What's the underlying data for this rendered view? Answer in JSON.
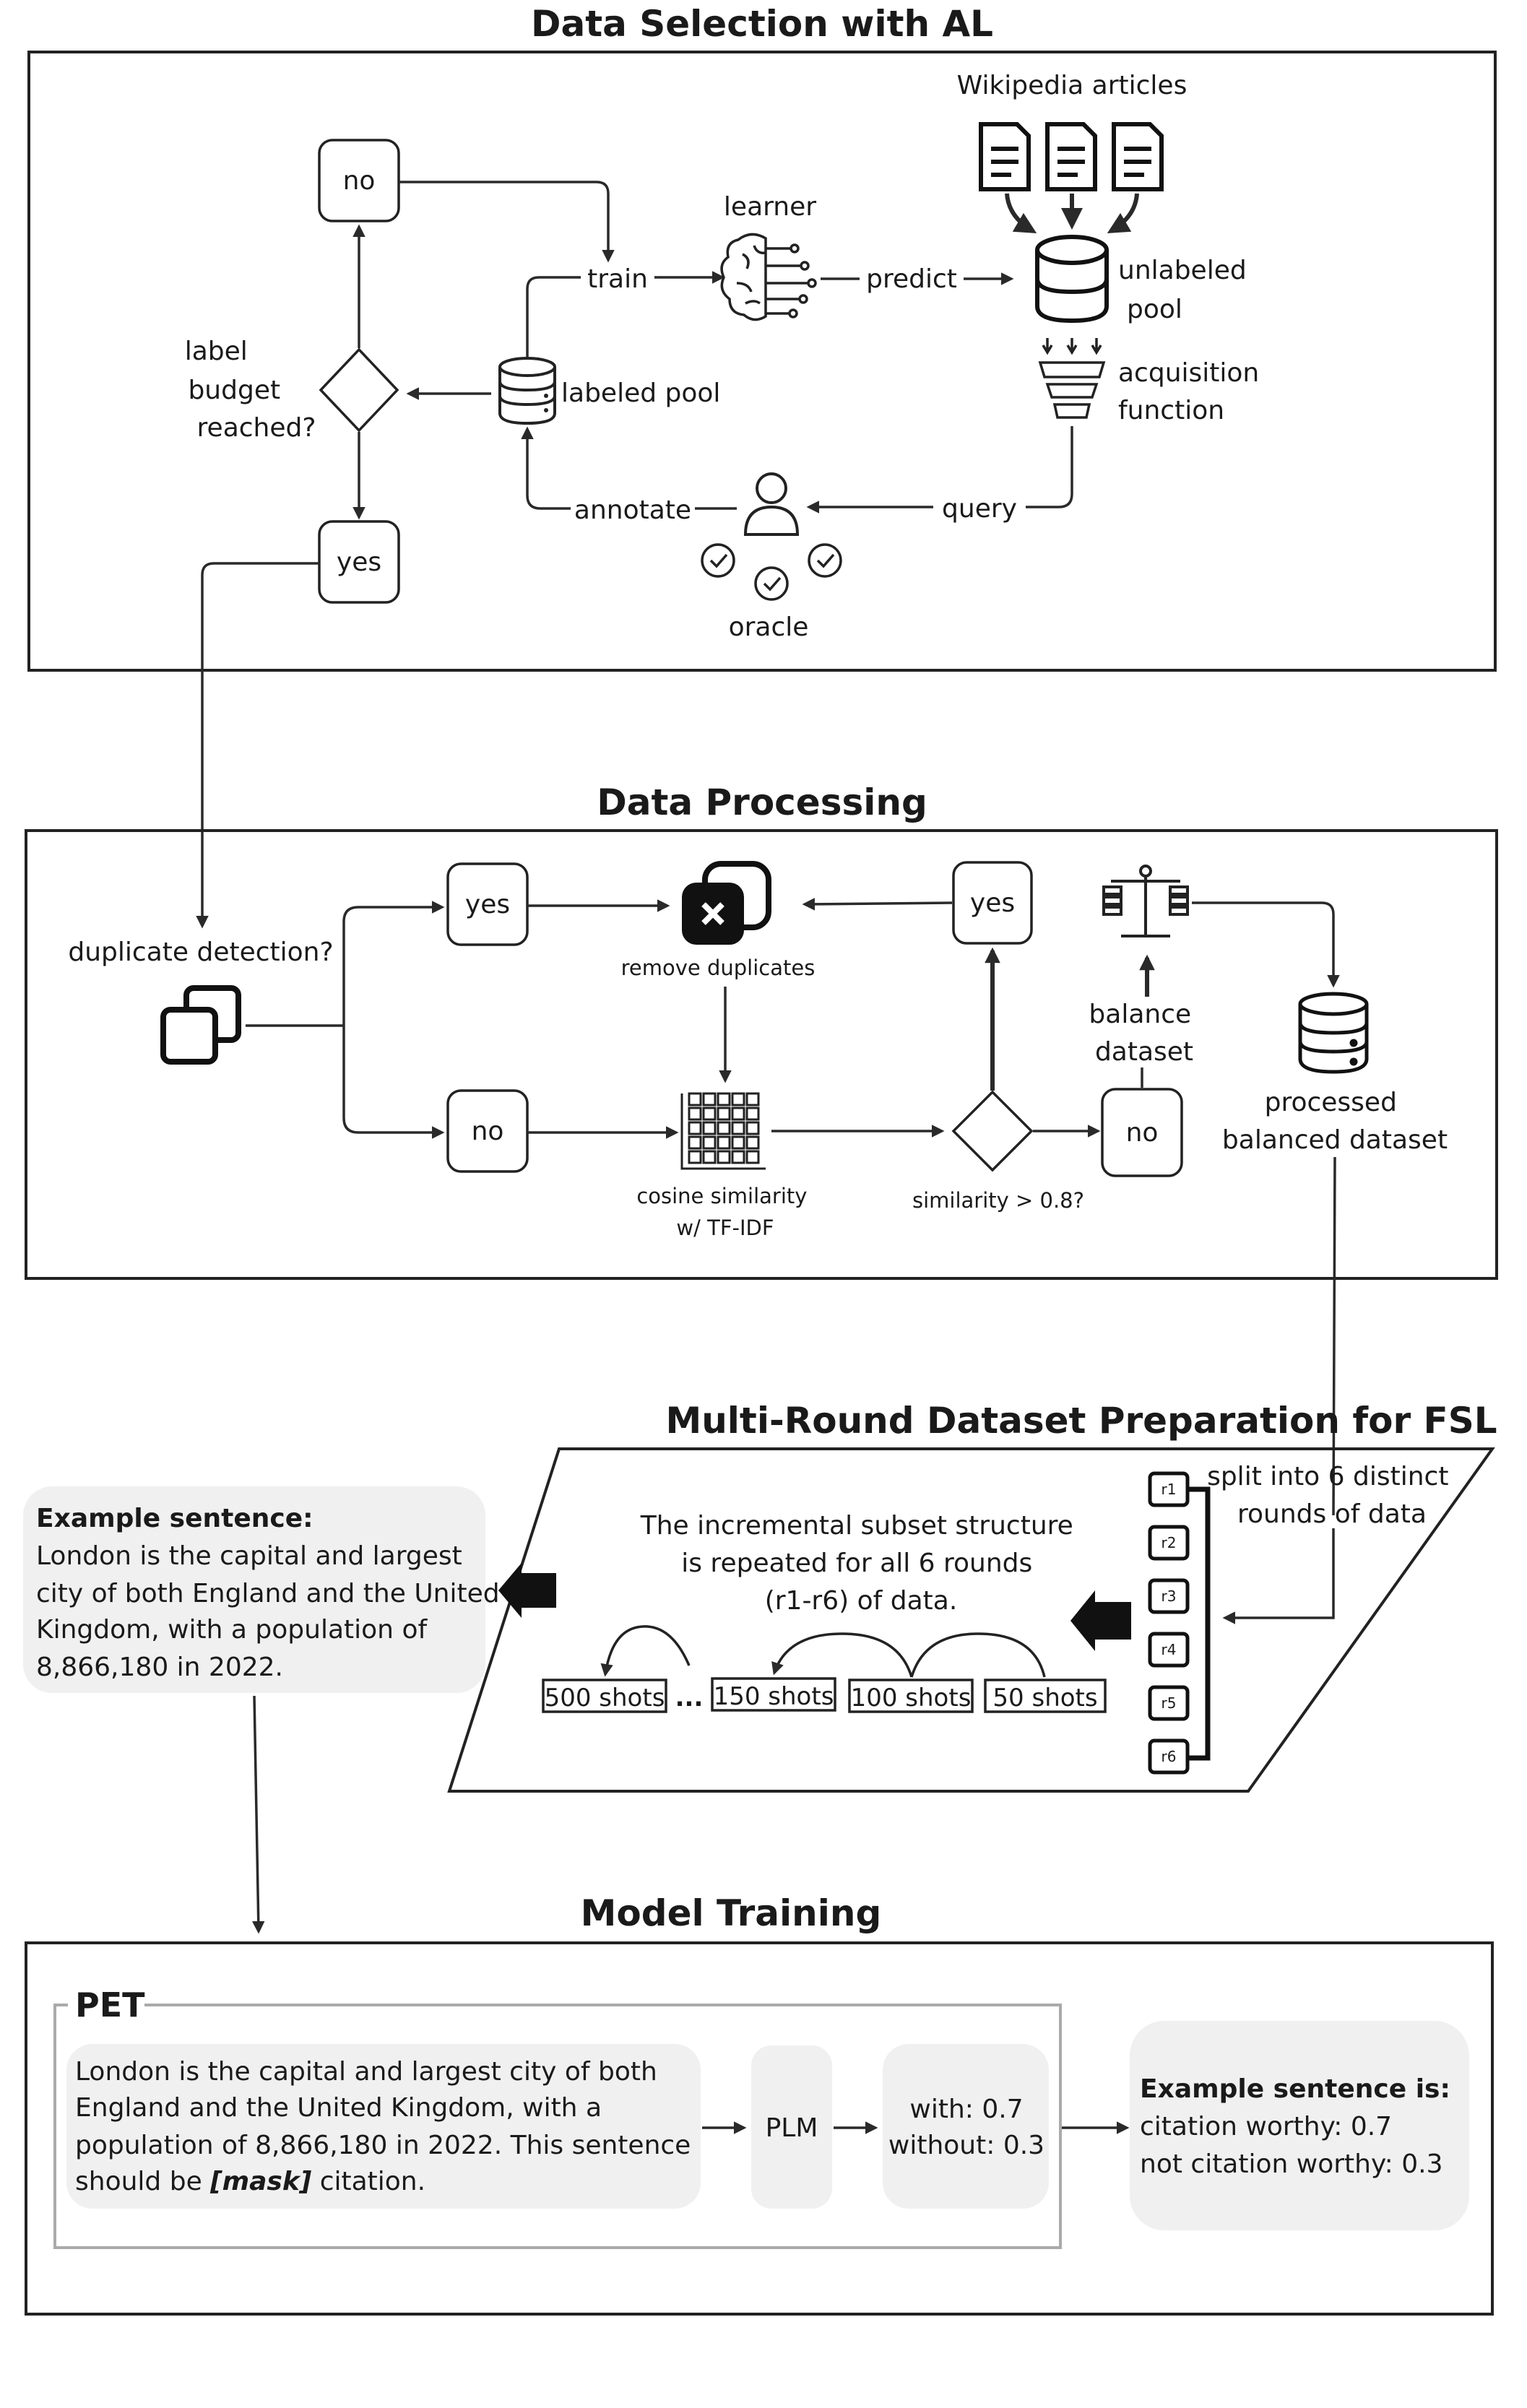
{
  "sections": {
    "al": {
      "title": "Data Selection with AL",
      "no": "no",
      "yes": "yes",
      "learner": "learner",
      "train": "train",
      "predict": "predict",
      "wikipedia": "Wikipedia articles",
      "unlabeled": [
        "unlabeled",
        "pool"
      ],
      "acquisition": [
        "acquisition",
        "function"
      ],
      "labeled_pool": "labeled pool",
      "label_budget": [
        "label",
        "budget",
        "reached?"
      ],
      "annotate": "annotate",
      "query": "query",
      "oracle": "oracle"
    },
    "processing": {
      "title": "Data Processing",
      "duplicate_detection": "duplicate detection?",
      "yes1": "yes",
      "no1": "no",
      "remove_duplicates": "remove duplicates",
      "cosine": [
        "cosine similarity",
        "w/ TF-IDF"
      ],
      "similarity": "similarity > 0.8?",
      "yes2": "yes",
      "no2": "no",
      "balance": [
        "balance",
        "dataset"
      ],
      "processed": [
        "processed",
        "balanced dataset"
      ]
    },
    "fsl": {
      "title": "Multi-Round Dataset Preparation for FSL",
      "split": [
        "split into 6 distinct",
        "rounds of data"
      ],
      "incremental": [
        "The incremental subset structure",
        "is repeated for all 6 rounds",
        "(r1-r6) of data."
      ],
      "shots": [
        "500 shots",
        "150 shots",
        "100 shots",
        "50 shots"
      ],
      "ellipsis": "...",
      "rounds": [
        "r1",
        "r2",
        "r3",
        "r4",
        "r5",
        "r6"
      ],
      "example_title": "Example sentence:",
      "example_lines": [
        "London is the capital and largest",
        "city of both England and the United",
        "Kingdom, with a population of",
        "8,866,180 in 2022."
      ]
    },
    "training": {
      "title": "Model Training",
      "pet": "PET",
      "prompt_lines": [
        "London is the capital and largest city of both",
        "England and the United Kingdom, with a",
        "population of 8,866,180 in 2022. This sentence"
      ],
      "prompt_last_pre": "should be ",
      "prompt_mask": "[mask]",
      "prompt_last_post": " citation.",
      "plm": "PLM",
      "with": "with: 0.7",
      "without": "without: 0.3",
      "result_title": "Example sentence is:",
      "result_worthy": "citation worthy: 0.7",
      "result_not": "not citation worthy: 0.3"
    }
  }
}
